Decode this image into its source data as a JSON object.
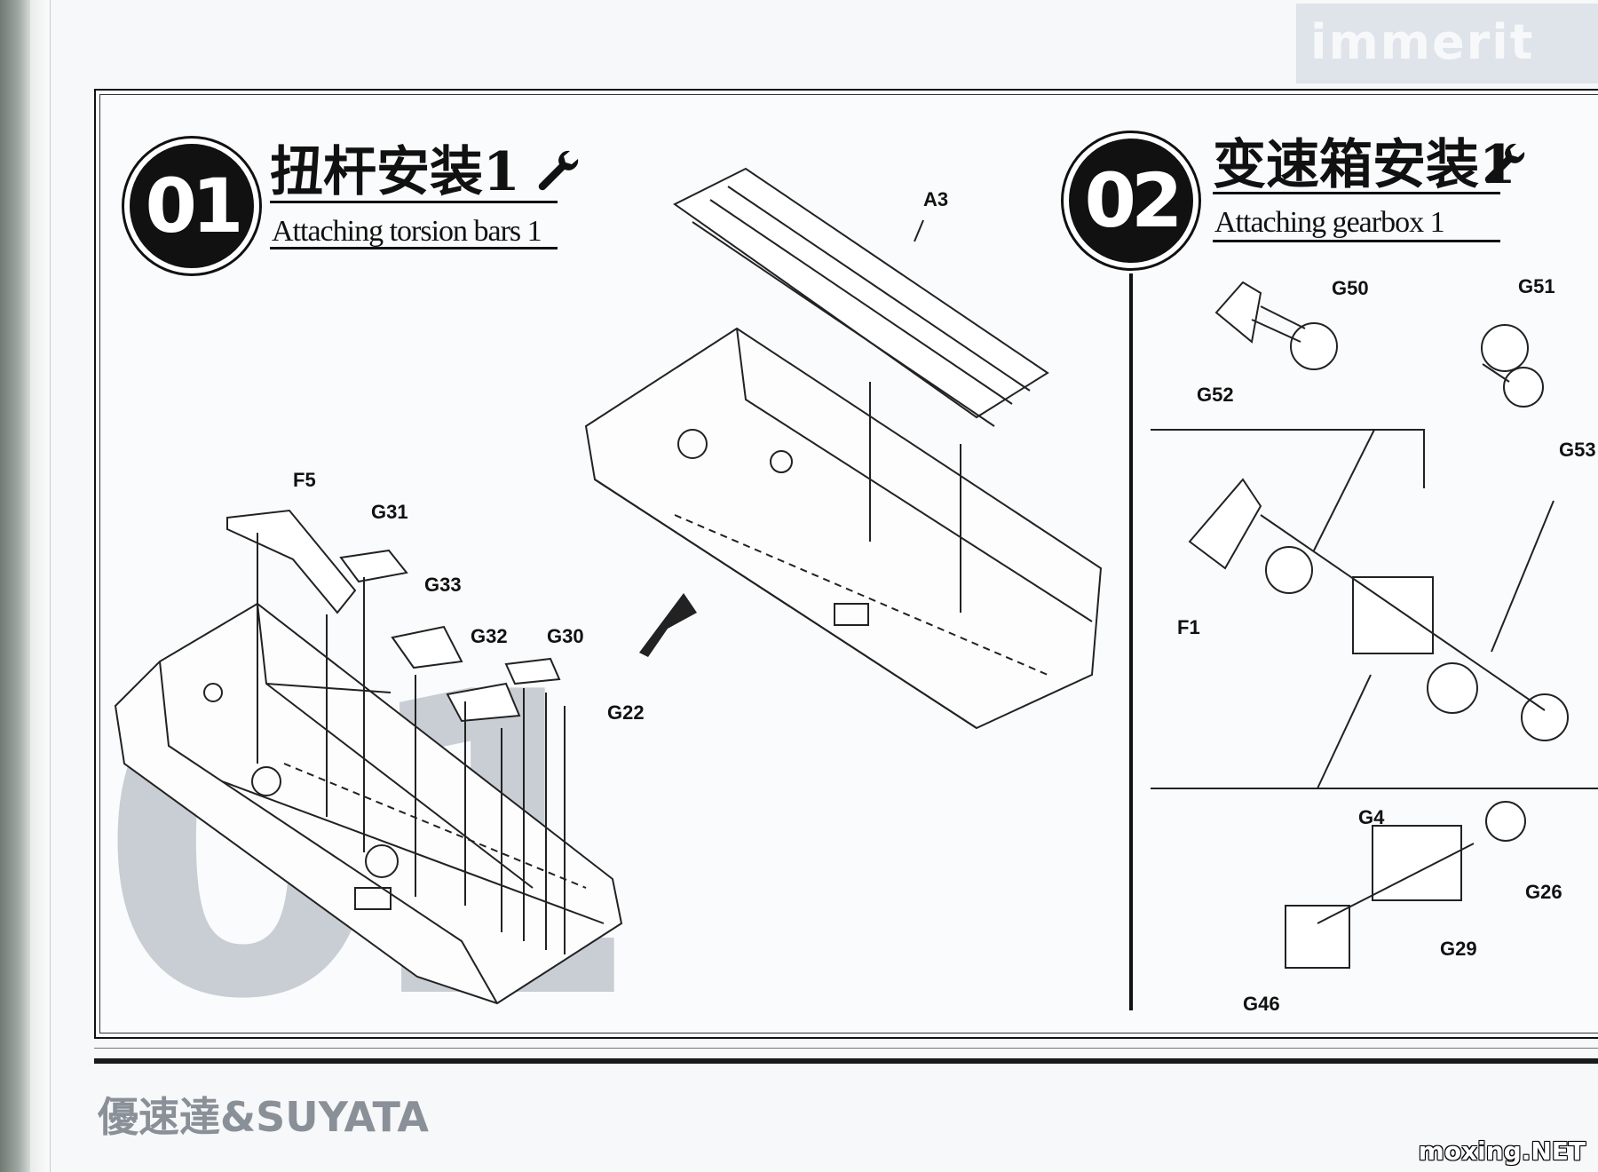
{
  "header": {
    "ghost_title": "immerit Decal"
  },
  "step1": {
    "number": "01",
    "title_zh": "扭杆安装1",
    "title_en": "Attaching torsion bars 1",
    "background_number": "01",
    "icon": "wrench-icon",
    "labels": [
      "F5",
      "G31",
      "G33",
      "G32",
      "G30",
      "G22",
      "A3"
    ]
  },
  "step2": {
    "number": "02",
    "title_zh": "变速箱安装1",
    "title_en": "Attaching gearbox 1",
    "icon": "wrench-icon",
    "labels": [
      "G50",
      "G52",
      "G51",
      "G53",
      "F1",
      "G4",
      "G26",
      "G29",
      "G46"
    ]
  },
  "footer": {
    "brand": "優速達&SUYATA",
    "watermark": "moxing.NET"
  }
}
